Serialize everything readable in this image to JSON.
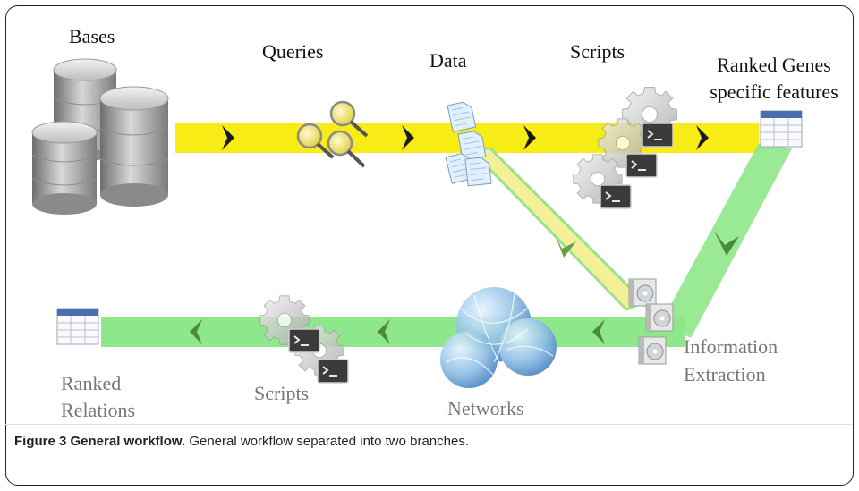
{
  "labels": {
    "bases": "Bases",
    "queries": "Queries",
    "data": "Data",
    "scripts_top": "Scripts",
    "ranked_genes_line1": "Ranked Genes",
    "ranked_genes_line2": "specific features",
    "information_line1": "Information",
    "information_line2": "Extraction",
    "networks": "Networks",
    "scripts_bottom": "Scripts",
    "ranked_line1": "Ranked",
    "ranked_line2": "Relations"
  },
  "caption": {
    "title": "Figure 3 General workflow.",
    "text": "General workflow separated into two branches."
  },
  "icons": [
    "database-icon",
    "magnifier-icon",
    "document-icon",
    "gear-icon",
    "terminal-icon",
    "table-icon",
    "network-globe-icon",
    "cd-case-icon",
    "chevron-right-icon",
    "chevron-left-icon"
  ],
  "colors": {
    "yellow_band": "#f7ec16",
    "green_band": "#8ee78a",
    "chevron_dark": "#1a1a1a",
    "chevron_green": "#4a8a3a",
    "frame": "#222222"
  }
}
